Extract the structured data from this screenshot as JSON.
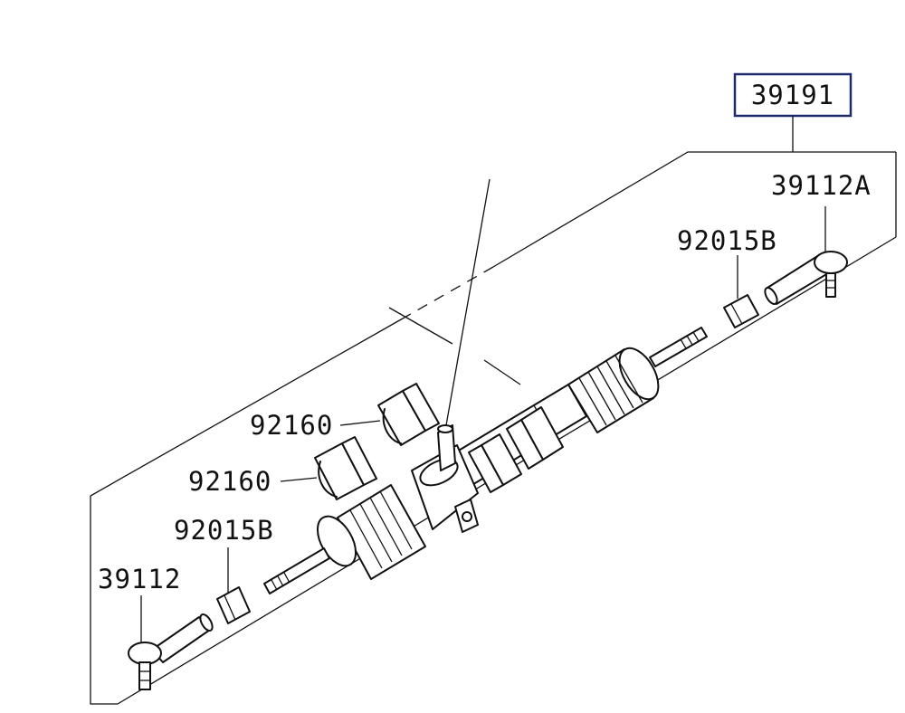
{
  "diagram": {
    "assembly_number": "39191",
    "labels": {
      "tie_rod_end_right": "39112A",
      "lock_nut_right": "92015B",
      "bushing_upper": "92160",
      "bushing_lower": "92160",
      "lock_nut_left": "92015B",
      "tie_rod_end_left": "39112"
    },
    "colors": {
      "ink": "#111111",
      "assembly_box": "#1c2a6b",
      "background": "#ffffff"
    }
  }
}
